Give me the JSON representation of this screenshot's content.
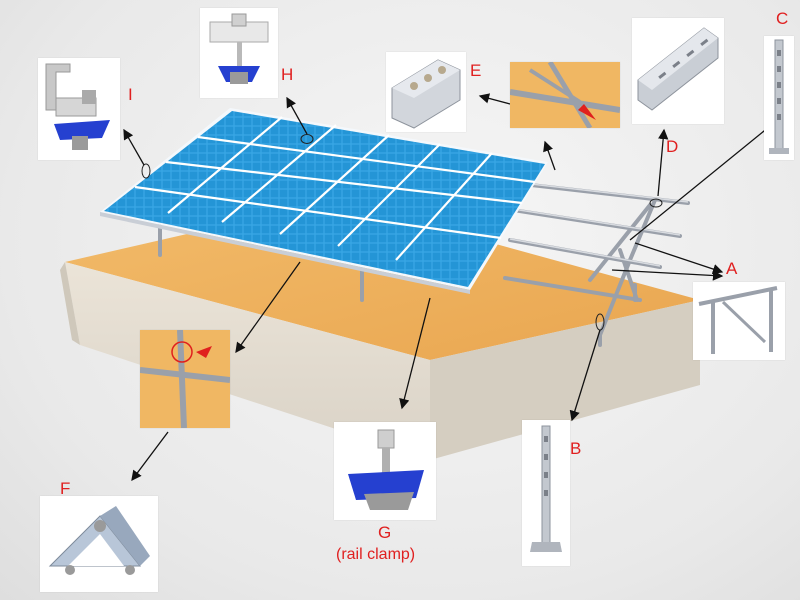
{
  "title": "",
  "labels": {
    "A": "A",
    "B": "B",
    "C": "C",
    "D": "D",
    "E": "E",
    "F": "F",
    "G": "G",
    "G_sub": "(rail clamp)",
    "H": "H",
    "I": "I"
  },
  "colors": {
    "label_red": "#e02020",
    "panel_blue": "#2aa0e0",
    "ground_sand": "#f0b763",
    "steel": "#b8bcc4",
    "clamp_blue": "#2540d0",
    "arrow": "#111111"
  },
  "components": [
    {
      "id": "A",
      "part": "rail-frame-arrow-group"
    },
    {
      "id": "B",
      "part": "post-column"
    },
    {
      "id": "C",
      "part": "tall-post-column"
    },
    {
      "id": "D",
      "part": "slotted-c-channel"
    },
    {
      "id": "E",
      "part": "channel-connector"
    },
    {
      "id": "F",
      "part": "triangle-bracket"
    },
    {
      "id": "G",
      "part": "rail-clamp"
    },
    {
      "id": "H",
      "part": "mid-clamp"
    },
    {
      "id": "I",
      "part": "end-clamp"
    }
  ]
}
